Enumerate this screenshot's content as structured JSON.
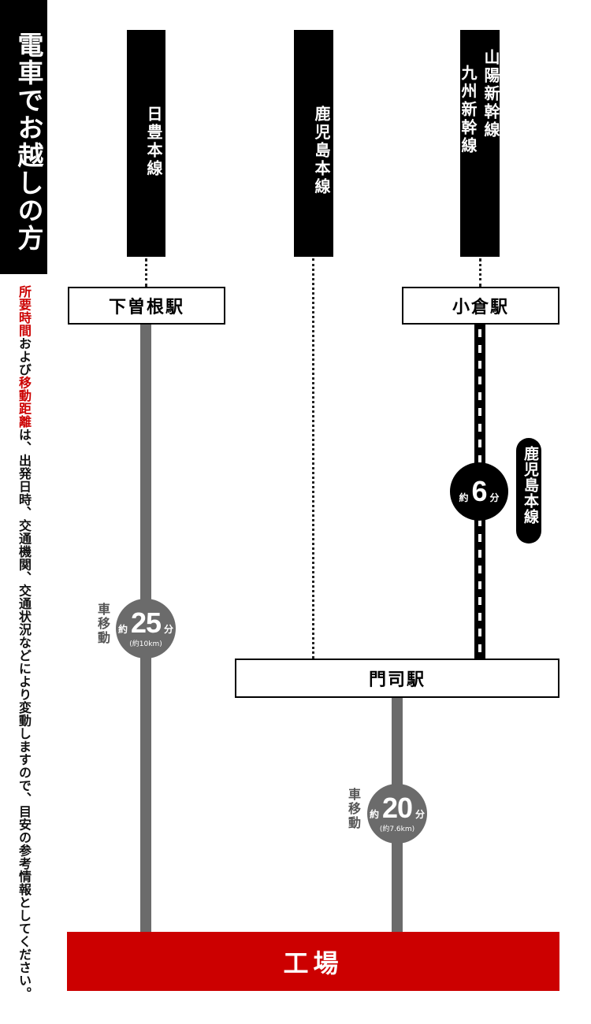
{
  "title": "電車でお越しの方",
  "note": {
    "part1": "所要時間",
    "part2": "および",
    "part3": "移動距離",
    "part4": "は、出発日時、交通機関、交通状況などにより変動しますので、目安の参考情報としてください。"
  },
  "lines": {
    "nippo": "日豊本線",
    "kagoshima": "鹿児島本線",
    "shinkansen_1": "山陽新幹線",
    "shinkansen_2": "九州新幹線"
  },
  "stations": {
    "shimosone": "下曽根駅",
    "kokura": "小倉駅",
    "moji": "門司駅"
  },
  "segments": {
    "kokura_moji": {
      "prefix": "約",
      "value": "6",
      "unit": "分",
      "line_label": "鹿児島本線"
    },
    "shimosone_factory": {
      "mode": "車移動",
      "prefix": "約",
      "value": "25",
      "unit": "分",
      "distance": "(約10km)"
    },
    "moji_factory": {
      "mode": "車移動",
      "prefix": "約",
      "value": "20",
      "unit": "分",
      "distance": "(約7.6km)"
    }
  },
  "destination": "工場",
  "colors": {
    "accent_red": "#cc0000",
    "route_gray": "#6b6b6b",
    "black": "#000000"
  }
}
